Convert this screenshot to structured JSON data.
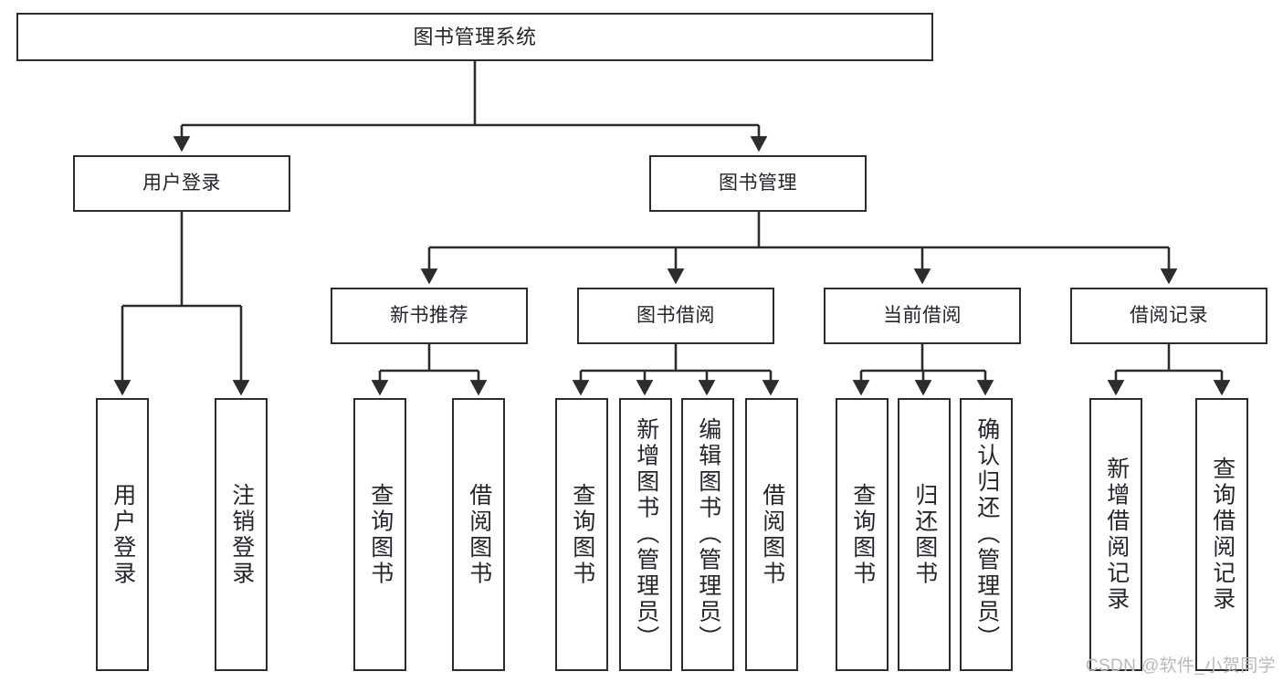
{
  "diagram": {
    "title": "图书管理系统",
    "watermark": "CSDN @软件_小贺同学",
    "type": "tree-hierarchy-diagram",
    "colors": {
      "box_border": "#2c2c2c",
      "box_fill": "#ffffff",
      "text": "#22262b",
      "edge": "#2c2c2c",
      "watermark": "#b9b9b9"
    },
    "levels": {
      "level1": [
        {
          "id": "root",
          "label": "图书管理系统"
        }
      ],
      "level2": [
        {
          "id": "user-login",
          "label": "用户登录"
        },
        {
          "id": "book-manage",
          "label": "图书管理"
        }
      ],
      "level3": [
        {
          "id": "new-book-rec",
          "label": "新书推荐",
          "parent": "book-manage"
        },
        {
          "id": "book-borrow",
          "label": "图书借阅",
          "parent": "book-manage"
        },
        {
          "id": "current-borrow",
          "label": "当前借阅",
          "parent": "book-manage"
        },
        {
          "id": "borrow-record",
          "label": "借阅记录",
          "parent": "book-manage"
        }
      ],
      "level4": [
        {
          "id": "leaf-user-login",
          "label": "用户登录",
          "parent": "user-login"
        },
        {
          "id": "leaf-user-logout",
          "label": "注销登录",
          "parent": "user-login"
        },
        {
          "id": "leaf-query-book-1",
          "label": "查询图书",
          "parent": "new-book-rec"
        },
        {
          "id": "leaf-borrow-book-1",
          "label": "借阅图书",
          "parent": "new-book-rec"
        },
        {
          "id": "leaf-query-book-2",
          "label": "查询图书",
          "parent": "book-borrow"
        },
        {
          "id": "leaf-add-book",
          "label": "新增图书（管理员）",
          "parent": "book-borrow"
        },
        {
          "id": "leaf-edit-book",
          "label": "编辑图书（管理员）",
          "parent": "book-borrow"
        },
        {
          "id": "leaf-borrow-book-2",
          "label": "借阅图书",
          "parent": "book-borrow"
        },
        {
          "id": "leaf-query-book-3",
          "label": "查询图书",
          "parent": "current-borrow"
        },
        {
          "id": "leaf-return-book",
          "label": "归还图书",
          "parent": "current-borrow"
        },
        {
          "id": "leaf-confirm-return",
          "label": "确认归还（管理员）",
          "parent": "current-borrow"
        },
        {
          "id": "leaf-add-record",
          "label": "新增借阅记录",
          "parent": "borrow-record"
        },
        {
          "id": "leaf-query-record",
          "label": "查询借阅记录",
          "parent": "borrow-record"
        }
      ]
    }
  }
}
